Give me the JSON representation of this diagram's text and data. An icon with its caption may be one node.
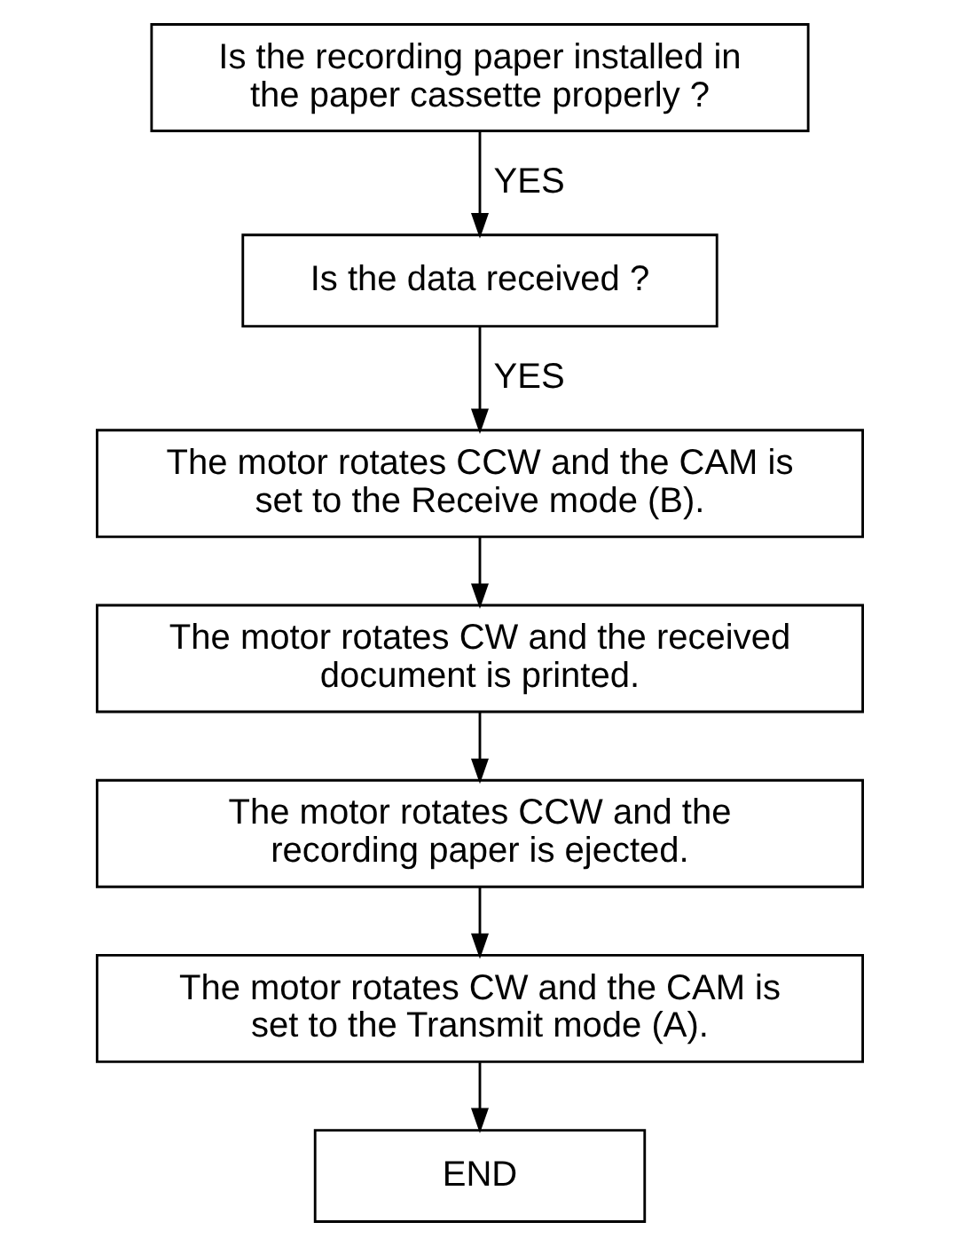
{
  "diagram": {
    "nodes": [
      {
        "text": [
          "Is the recording paper installed in the paper cassette properly ?"
        ]
      },
      {
        "text": [
          "Is the data received ?"
        ]
      },
      {
        "text": [
          "The motor rotates CCW and the CAM is set to the Receive mode (B)."
        ]
      },
      {
        "text": [
          "The motor rotates CW and the received document is printed."
        ]
      },
      {
        "text": [
          "The motor rotates CCW and the recording paper is ejected."
        ]
      },
      {
        "text": [
          "The motor rotates CW and the CAM is set to the Transmit mode (A)."
        ]
      },
      {
        "text": [
          "END"
        ]
      }
    ],
    "edges": [
      {
        "from": 0,
        "to": 1,
        "arrow": "to",
        "label": "YES"
      },
      {
        "from": 1,
        "to": 2,
        "arrow": "to",
        "label": "YES"
      },
      {
        "from": 2,
        "to": 3,
        "arrow": "to"
      },
      {
        "from": 3,
        "to": 4,
        "arrow": "to"
      },
      {
        "from": 4,
        "to": 5,
        "arrow": "to"
      },
      {
        "from": 5,
        "to": 6,
        "arrow": "to"
      }
    ]
  }
}
